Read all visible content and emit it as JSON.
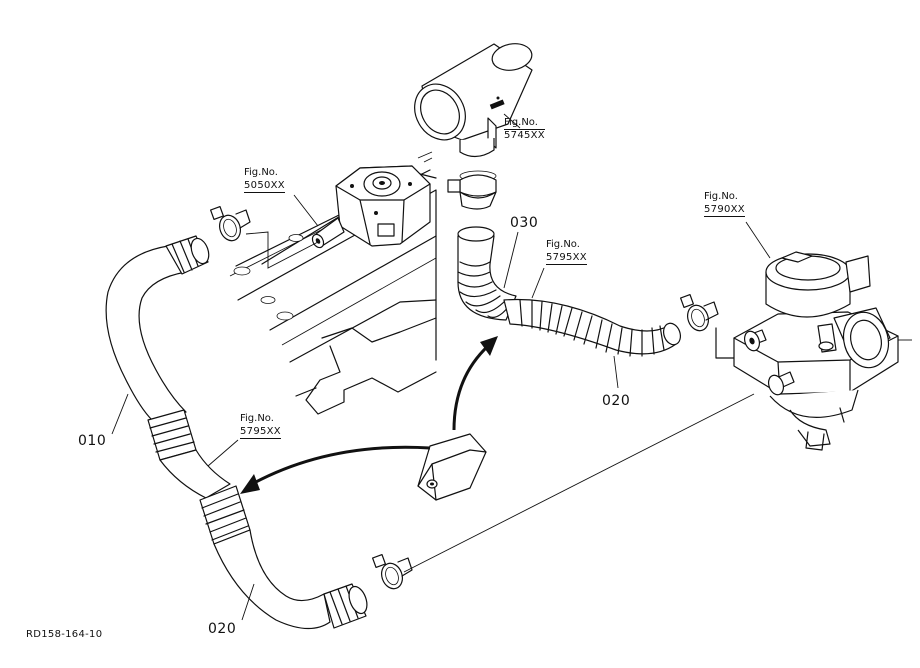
{
  "diagram": {
    "references": [
      {
        "id": "ref-5745",
        "label": "Fig.No.",
        "code": "5745XX"
      },
      {
        "id": "ref-5050",
        "label": "Fig.No.",
        "code": "5050XX"
      },
      {
        "id": "ref-5790",
        "label": "Fig.No.",
        "code": "5790XX"
      },
      {
        "id": "ref-5795-top",
        "label": "Fig.No.",
        "code": "5795XX"
      },
      {
        "id": "ref-5795-left",
        "label": "Fig.No.",
        "code": "5795XX"
      }
    ],
    "parts": [
      {
        "id": "part-030",
        "number": "030"
      },
      {
        "id": "part-020-right",
        "number": "020"
      },
      {
        "id": "part-010",
        "number": "010"
      },
      {
        "id": "part-020-bottom",
        "number": "020"
      }
    ],
    "document_id": "RD158-164-10"
  },
  "colors": {
    "ink": "#111111",
    "paper": "#ffffff"
  }
}
